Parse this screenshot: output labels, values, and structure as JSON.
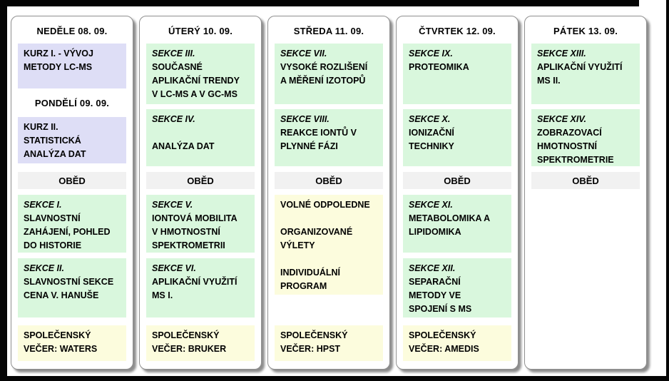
{
  "colors": {
    "frame": "#050505",
    "surface": "#FFFFFF",
    "course_block": "#DEDEF6",
    "session_block": "#D9F7DD",
    "evening_block": "#FCFCDD",
    "lunch_bar": "#F1F1F1"
  },
  "columns": [
    {
      "id": "sunday-monday",
      "header": "NEDĚLE 08. 09.",
      "course1": "KURZ I. - VÝVOJ\nMETODY LC-MS",
      "header2": "PONDĚLÍ 09. 09.",
      "course2": "KURZ II.\nSTATISTICKÁ\nANALÝZA DAT",
      "lunch": "OBĚD",
      "c_title": "SEKCE I.",
      "c_body": "SLAVNOSTNÍ\nZAHÁJENÍ, POHLED\nDO HISTORIE",
      "d_title": "SEKCE II.",
      "d_body": "SLAVNOSTNÍ SEKCE\nCENA V. HANUŠE",
      "evening": "SPOLEČENSKÝ\nVEČER: WATERS"
    },
    {
      "id": "tuesday",
      "header": "ÚTERÝ 10. 09.",
      "a_title": "SEKCE III.",
      "a_body": "SOUČASNÉ\nAPLIKAČNÍ TRENDY\nV LC-MS A V GC-MS",
      "b_title": "SEKCE IV.",
      "b_body": "\nANALÝZA DAT",
      "lunch": "OBĚD",
      "c_title": "SEKCE V.",
      "c_body": "IONTOVÁ MOBILITA\nV HMOTNOSTNÍ\nSPEKTROMETRII",
      "d_title": "SEKCE VI.",
      "d_body": "APLIKAČNÍ VYUŽITÍ\nMS I.",
      "evening": "SPOLEČENSKÝ\nVEČER: BRUKER"
    },
    {
      "id": "wednesday",
      "header": "STŘEDA 11. 09.",
      "a_title": "SEKCE VII.",
      "a_body": "VYSOKÉ ROZLIŠENÍ\nA MĚŘENÍ IZOTOPŮ",
      "b_title": "SEKCE VIII.",
      "b_body": "REAKCE IONTŮ V\nPLYNNÉ FÁZI",
      "lunch": "OBĚD",
      "free_body": "VOLNÉ ODPOLEDNE\n\nORGANIZOVANÉ\nVÝLETY\n\nINDIVIDUÁLNÍ\nPROGRAM",
      "evening": "SPOLEČENSKÝ\nVEČER: HPST"
    },
    {
      "id": "thursday",
      "header": "ČTVRTEK 12. 09.",
      "a_title": "SEKCE IX.",
      "a_body": "PROTEOMIKA",
      "b_title": "SEKCE X.",
      "b_body": "IONIZAČNÍ\nTECHNIKY",
      "lunch": "OBĚD",
      "c_title": "SEKCE XI.",
      "c_body": "METABOLOMIKA A\nLIPIDOMIKA",
      "d_title": "SEKCE XII.",
      "d_body": "SEPARAČNÍ\nMETODY VE\nSPOJENÍ S MS",
      "evening": "SPOLEČENSKÝ\nVEČER: AMEDIS"
    },
    {
      "id": "friday",
      "header": "PÁTEK 13. 09.",
      "a_title": "SEKCE XIII.",
      "a_body": "APLIKAČNÍ VYUŽITÍ\nMS II.",
      "b_title": "SEKCE XIV.",
      "b_body": "ZOBRAZOVACÍ\nHMOTNOSTNÍ\nSPEKTROMETRIE",
      "lunch": "OBĚD"
    }
  ]
}
